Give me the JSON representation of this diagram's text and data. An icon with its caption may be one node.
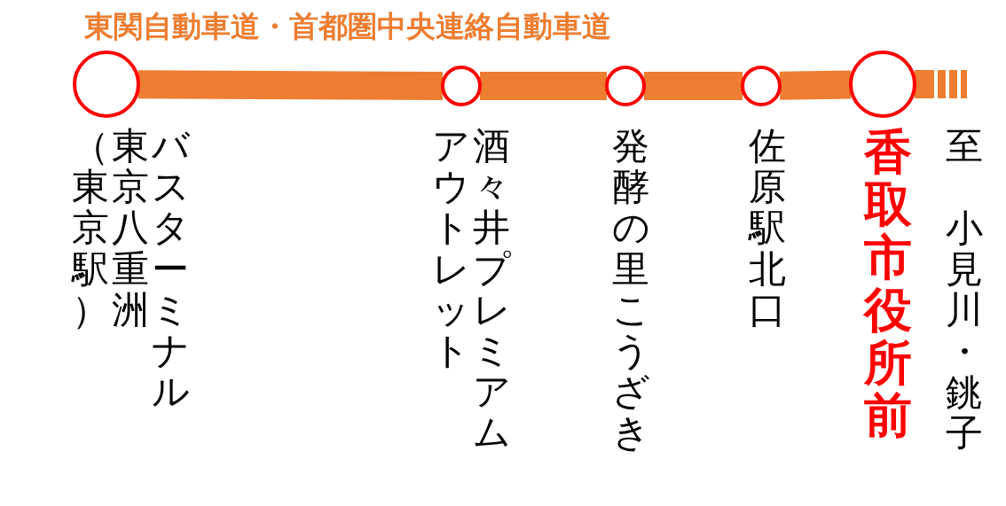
{
  "diagram": {
    "title": "東関自動車道・首都圏中央連絡自動車道",
    "nodes": [
      {
        "text": [],
        "shape": "circle",
        "beside": [
          "バスターミナル",
          "東京八重洲",
          "（東京駅）"
        ]
      },
      {
        "text": [],
        "shape": "circle",
        "beside": [
          "酒々井プレミアム",
          "アウトレット"
        ]
      },
      {
        "text": [],
        "shape": "circle",
        "beside": [
          "発酵の里こうざき"
        ]
      },
      {
        "text": [],
        "shape": "circle",
        "beside": [
          "佐原駅北口"
        ]
      },
      {
        "text": [],
        "shape": "circle",
        "beside": [
          "香取市役所前"
        ]
      }
    ],
    "edges": [
      {
        "from": 0,
        "to": 1,
        "arrow": "none"
      },
      {
        "from": 1,
        "to": 2,
        "arrow": "none"
      },
      {
        "from": 2,
        "to": 3,
        "arrow": "none"
      },
      {
        "from": 3,
        "to": 4,
        "arrow": "none"
      },
      {
        "from": 4,
        "to": null,
        "arrow": "none",
        "style": "dashed"
      }
    ],
    "labels": [
      "至",
      "小見川・銚子"
    ]
  }
}
